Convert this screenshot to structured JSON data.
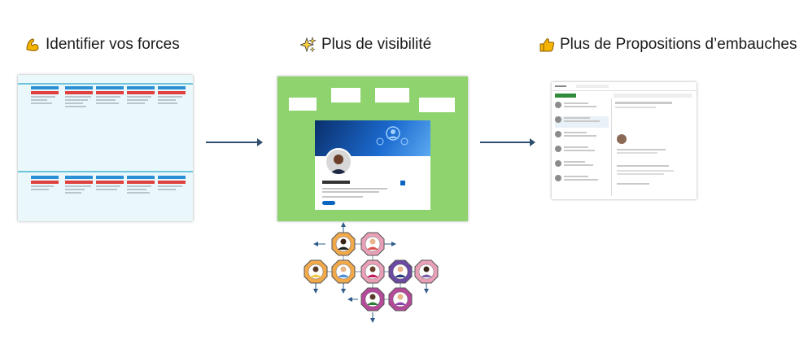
{
  "headings": [
    {
      "icon": "flexed-biceps-icon",
      "text": "Identifier vos forces"
    },
    {
      "icon": "sparkles-icon",
      "text": "Plus de visibilité"
    },
    {
      "icon": "thumbs-up-icon",
      "text": "Plus de Propositions d’embauches"
    }
  ],
  "colors": {
    "arrow": "#2f4f6f",
    "linkedin_green": "#8ed36d",
    "tag_blue": "#2b8fd6",
    "tag_red": "#e0403e",
    "node_orange": "#f2a94a",
    "node_pink": "#e9a0b7",
    "node_purple": "#6a4aa3",
    "node_magenta": "#b54a9b"
  }
}
